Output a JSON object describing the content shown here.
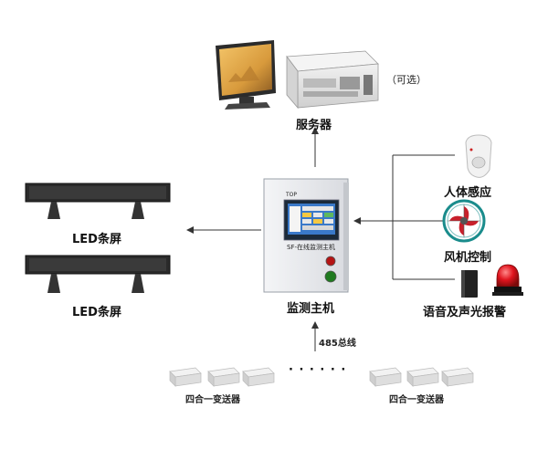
{
  "server": {
    "label": "服务器",
    "optional_note": "（可选）"
  },
  "host": {
    "label": "监测主机",
    "screen_caption": "SF-在线监测主机",
    "top_tag": "TOP"
  },
  "led": {
    "top_label": "LED条屏",
    "bottom_label": "LED条屏"
  },
  "devices": {
    "motion_sensor": "人体感应",
    "fan_control": "风机控制",
    "alarm": "语音及声光报警"
  },
  "bus": {
    "label": "485总线",
    "ellipsis": "· · · · · ·"
  },
  "transmitters": {
    "left_label": "四合一变送器",
    "right_label": "四合一变送器"
  },
  "colors": {
    "line": "#333333",
    "cabinet": "#e9eaed",
    "led_panel": "#2a2a2a",
    "fan_blade": "#c8202b",
    "fan_ring": "#1a8c8c",
    "alarm_light": "#e0141e",
    "button_red": "#b51414",
    "button_green": "#1f7a1f"
  }
}
